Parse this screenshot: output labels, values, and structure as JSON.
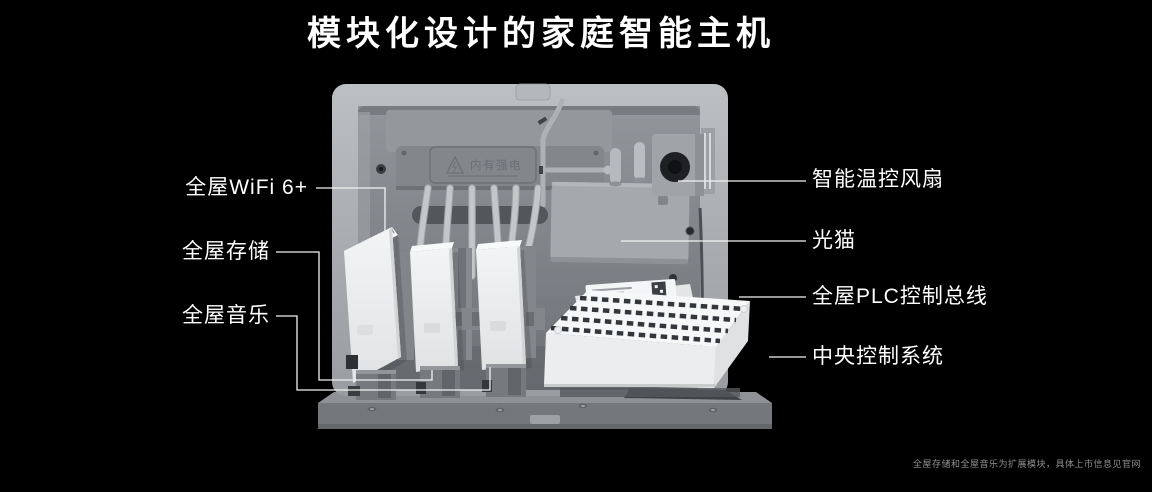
{
  "title": "模块化设计的家庭智能主机",
  "annotations": {
    "left": [
      {
        "label": "全屋WiFi 6+"
      },
      {
        "label": "全屋存储"
      },
      {
        "label": "全屋音乐"
      }
    ],
    "right": [
      {
        "label": "智能温控风扇"
      },
      {
        "label": "光猫"
      },
      {
        "label": "全屋PLC控制总线"
      },
      {
        "label": "中央控制系统"
      }
    ]
  },
  "device": {
    "warning_text": "内有强电"
  },
  "footnote": "全屋存储和全屋音乐为扩展模块，具体上市信息见官网",
  "colors": {
    "background": "#000000",
    "title_text": "#ffffff",
    "label_text": "#ffffff",
    "leader_line": "#f2f2f2",
    "footnote_text": "#8f8f8f",
    "device_frame": "#aaadb2",
    "device_panel": "#84888d",
    "module_white": "#f0f1f2",
    "vent_slot": "#33363a",
    "fan_dark": "#1e2023"
  }
}
